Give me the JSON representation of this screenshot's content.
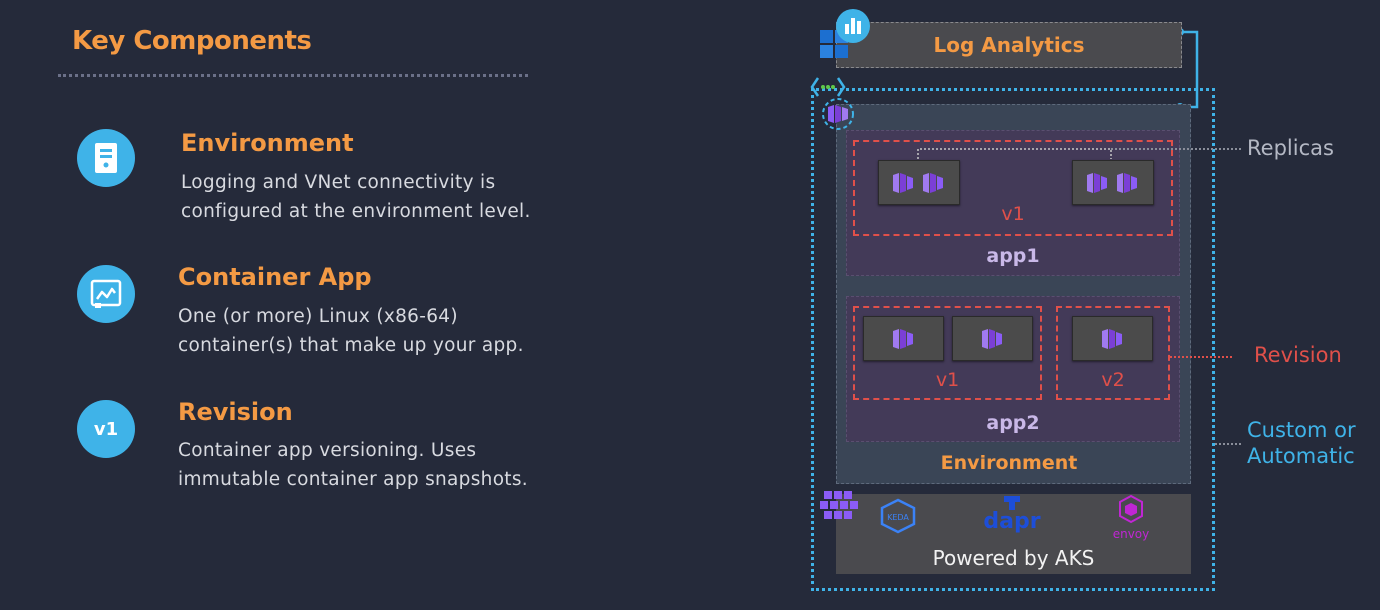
{
  "left_panel": {
    "heading": "Key Components",
    "items": [
      {
        "icon": "server-icon",
        "title": "Environment",
        "description": "Logging and VNet connectivity is configured at the environment level."
      },
      {
        "icon": "container-app-icon",
        "title": "Container App",
        "description": "One (or more) Linux (x86-64) container(s) that make up your app."
      },
      {
        "icon": "v1-badge-icon",
        "badge": "v1",
        "title": "Revision",
        "description": "Container app versioning. Uses immutable container app snapshots."
      }
    ]
  },
  "diagram": {
    "log_analytics": "Log Analytics",
    "app1": {
      "label": "app1",
      "revision": "v1"
    },
    "app2": {
      "label": "app2",
      "revisions": [
        "v1",
        "v2"
      ]
    },
    "environment": "Environment",
    "aks": {
      "label": "Powered by AKS",
      "logos": [
        "KEDA",
        "dapr",
        "envoy"
      ]
    },
    "callouts": {
      "replicas": "Replicas",
      "revision": "Revision",
      "custom_line1": "Custom or",
      "custom_line2": "Automatic"
    }
  },
  "colors": {
    "background": "#252a3a",
    "accent_orange": "#f49a44",
    "accent_blue": "#3fb3e8",
    "revision_red": "#e0504a",
    "app_purple": "#7b3fd6"
  }
}
